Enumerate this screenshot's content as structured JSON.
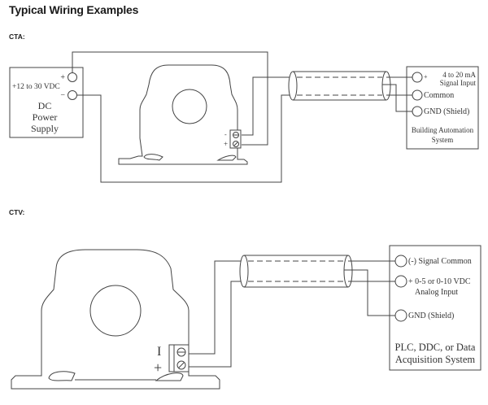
{
  "title": "Typical Wiring Examples",
  "cta": {
    "label": "CTA:",
    "power_supply": {
      "plus": "+",
      "minus": "−",
      "voltage": "+12 to 30 VDC",
      "name_lines": [
        "DC",
        "Power",
        "Supply"
      ]
    },
    "sensor_terminals": {
      "minus": "-",
      "plus": "+"
    },
    "bas": {
      "plus": "+",
      "signal_lines": [
        "4 to 20 mA",
        "Signal Input"
      ],
      "common": "Common",
      "gnd": "GND (Shield)",
      "name_lines": [
        "Building Automation",
        "System"
      ]
    }
  },
  "ctv": {
    "label": "CTV:",
    "sensor_terminals": {
      "minus": "I",
      "plus": "+"
    },
    "plc": {
      "signal_common": "(-) Signal Common",
      "analog_lines": [
        "+ 0-5 or 0-10 VDC",
        "Analog Input"
      ],
      "gnd": "GND (Shield)",
      "name_lines": [
        "PLC, DDC, or Data",
        "Acquisition System"
      ]
    }
  }
}
